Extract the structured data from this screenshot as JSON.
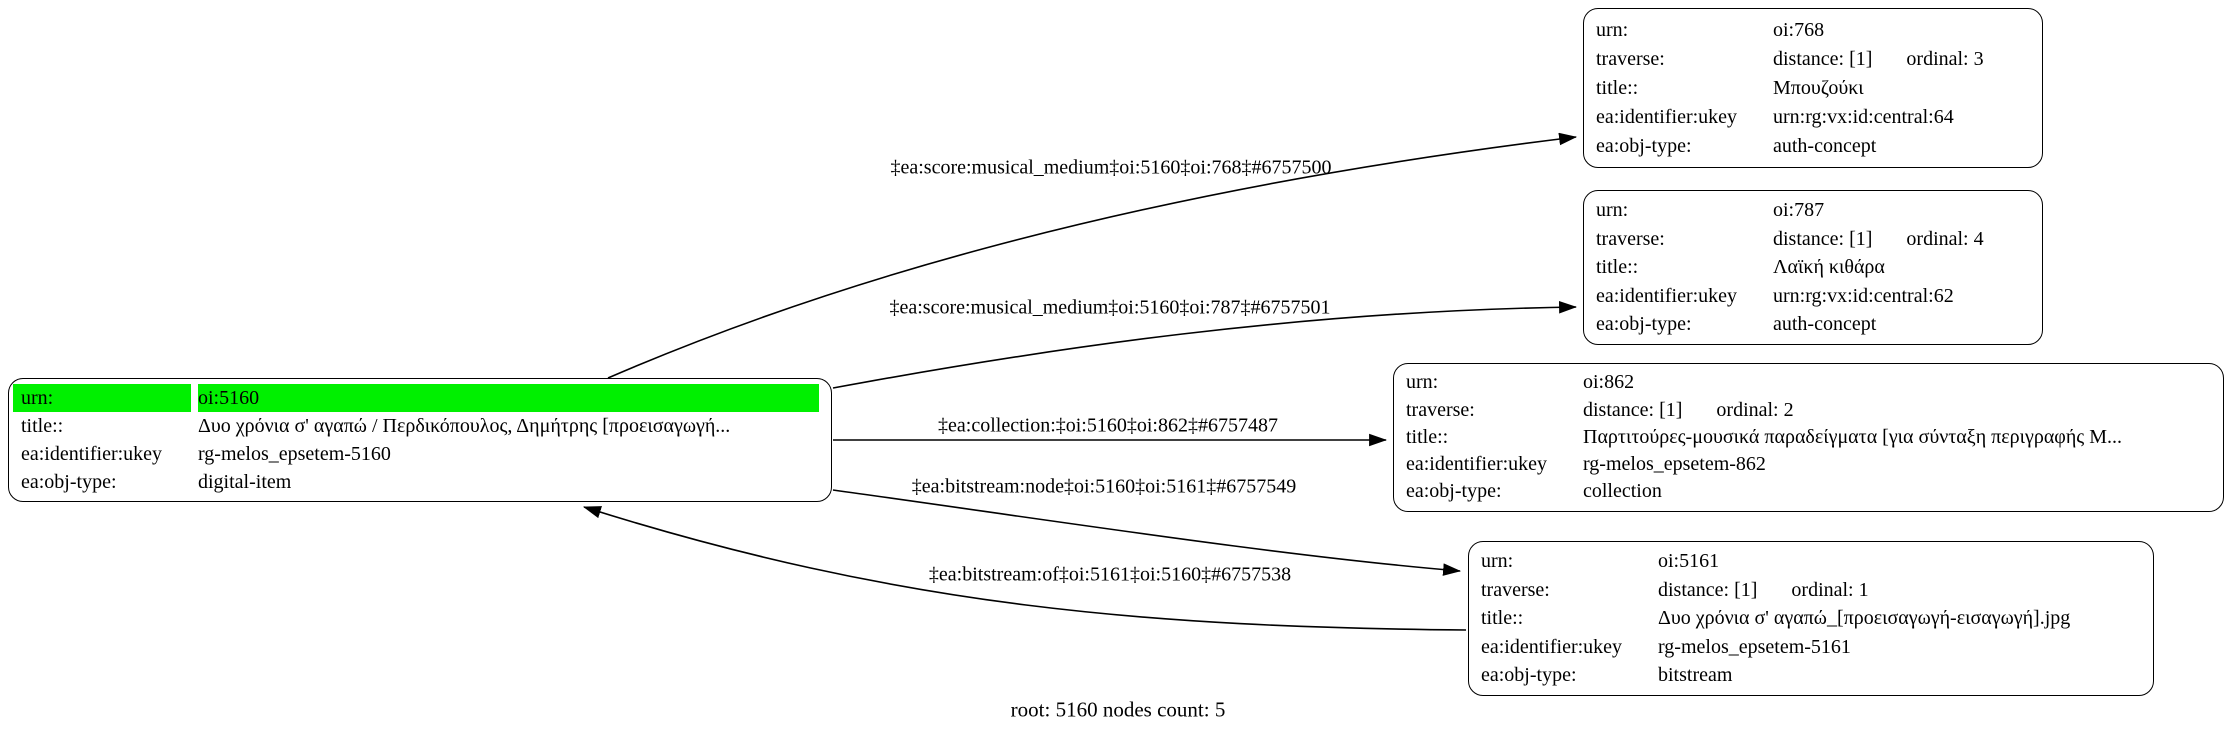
{
  "graph": {
    "caption": "root: 5160 nodes count: 5",
    "background": "#ffffff",
    "highlight_color": "#00f000",
    "stroke_color": "#000000"
  },
  "nodes": {
    "n5160": {
      "rows": [
        {
          "key": "urn:",
          "value": "oi:5160",
          "highlight": true
        },
        {
          "key": "title::",
          "value": "Δυο χρόνια σ' αγαπώ / Περδικόπουλος, Δημήτρης [προεισαγωγή..."
        },
        {
          "key": "ea:identifier:ukey",
          "value": "rg-melos_epsetem-5160"
        },
        {
          "key": "ea:obj-type:",
          "value": "digital-item"
        }
      ]
    },
    "n768": {
      "rows": [
        {
          "key": "urn:",
          "value": "oi:768"
        },
        {
          "key": "traverse:",
          "value": "distance: [1]",
          "value2": "ordinal: 3"
        },
        {
          "key": "title::",
          "value": "Μπουζούκι"
        },
        {
          "key": "ea:identifier:ukey",
          "value": "urn:rg:vx:id:central:64"
        },
        {
          "key": "ea:obj-type:",
          "value": "auth-concept"
        }
      ]
    },
    "n787": {
      "rows": [
        {
          "key": "urn:",
          "value": "oi:787"
        },
        {
          "key": "traverse:",
          "value": "distance: [1]",
          "value2": "ordinal: 4"
        },
        {
          "key": "title::",
          "value": "Λαϊκή κιθάρα"
        },
        {
          "key": "ea:identifier:ukey",
          "value": "urn:rg:vx:id:central:62"
        },
        {
          "key": "ea:obj-type:",
          "value": "auth-concept"
        }
      ]
    },
    "n862": {
      "rows": [
        {
          "key": "urn:",
          "value": "oi:862"
        },
        {
          "key": "traverse:",
          "value": "distance: [1]",
          "value2": "ordinal: 2"
        },
        {
          "key": "title::",
          "value": "Παρτιτούρες-μουσικά παραδείγματα [για σύνταξη περιγραφής Μ..."
        },
        {
          "key": "ea:identifier:ukey",
          "value": "rg-melos_epsetem-862"
        },
        {
          "key": "ea:obj-type:",
          "value": "collection"
        }
      ]
    },
    "n5161": {
      "rows": [
        {
          "key": "urn:",
          "value": "oi:5161"
        },
        {
          "key": "traverse:",
          "value": "distance: [1]",
          "value2": "ordinal: 1"
        },
        {
          "key": "title::",
          "value": "Δυο χρόνια σ' αγαπώ_[προεισαγωγή-εισαγωγή].jpg"
        },
        {
          "key": "ea:identifier:ukey",
          "value": "rg-melos_epsetem-5161"
        },
        {
          "key": "ea:obj-type:",
          "value": "bitstream"
        }
      ]
    }
  },
  "edges": {
    "score_768": {
      "from": "oi:5160",
      "to": "oi:768",
      "label": "‡ea:score:musical_medium‡oi:5160‡oi:768‡#6757500"
    },
    "score_787": {
      "from": "oi:5160",
      "to": "oi:787",
      "label": "‡ea:score:musical_medium‡oi:5160‡oi:787‡#6757501"
    },
    "collection_862": {
      "from": "oi:5160",
      "to": "oi:862",
      "label": "‡ea:collection:‡oi:5160‡oi:862‡#6757487"
    },
    "bitstream_node_5161": {
      "from": "oi:5160",
      "to": "oi:5161",
      "label": "‡ea:bitstream:node‡oi:5160‡oi:5161‡#6757549"
    },
    "bitstream_of_5161": {
      "from": "oi:5161",
      "to": "oi:5160",
      "label": "‡ea:bitstream:of‡oi:5161‡oi:5160‡#6757538"
    }
  }
}
